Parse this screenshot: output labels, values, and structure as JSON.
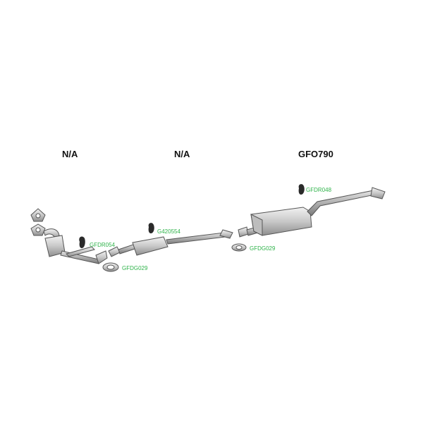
{
  "sections": [
    {
      "label": "N/A"
    },
    {
      "label": "N/A"
    },
    {
      "label": "GFO790"
    }
  ],
  "parts": {
    "front_mount": "GFDR054",
    "front_gasket": "GFDG029",
    "middle_mount": "G420554",
    "middle_gasket": "GFDG029",
    "rear_mount": "GFDR048"
  },
  "colors": {
    "part_code": "#2fb34a",
    "part_fill": "#d9d9d9",
    "part_stroke": "#555555"
  }
}
